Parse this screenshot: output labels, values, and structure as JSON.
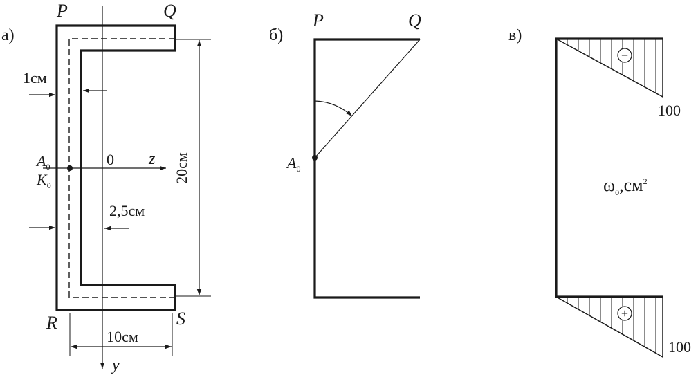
{
  "panels": {
    "a": {
      "label": "а)",
      "points": {
        "P": "P",
        "Q": "Q",
        "R": "R",
        "S": "S"
      },
      "origin": "0",
      "axis_z": "z",
      "axis_y": "y",
      "pole_a": "A",
      "pole_a_sub": "0",
      "pole_k": "K",
      "pole_k_sub": "0",
      "dim_thickness": "1см",
      "dim_offset": "2,5см",
      "dim_height": "20см",
      "dim_width": "10см"
    },
    "b": {
      "label": "б)",
      "points": {
        "P": "P",
        "Q": "Q"
      },
      "pole_a": "A",
      "pole_a_sub": "0"
    },
    "c": {
      "label": "в)",
      "value_top": "100",
      "value_bottom": "100",
      "sign_top": "−",
      "sign_bottom": "+",
      "quantity_symbol": "ω",
      "quantity_sub": "0",
      "quantity_unit": ",см",
      "quantity_unit_sup": "2"
    }
  },
  "colors": {
    "ink": "#1a1a1a",
    "background": "#ffffff"
  }
}
